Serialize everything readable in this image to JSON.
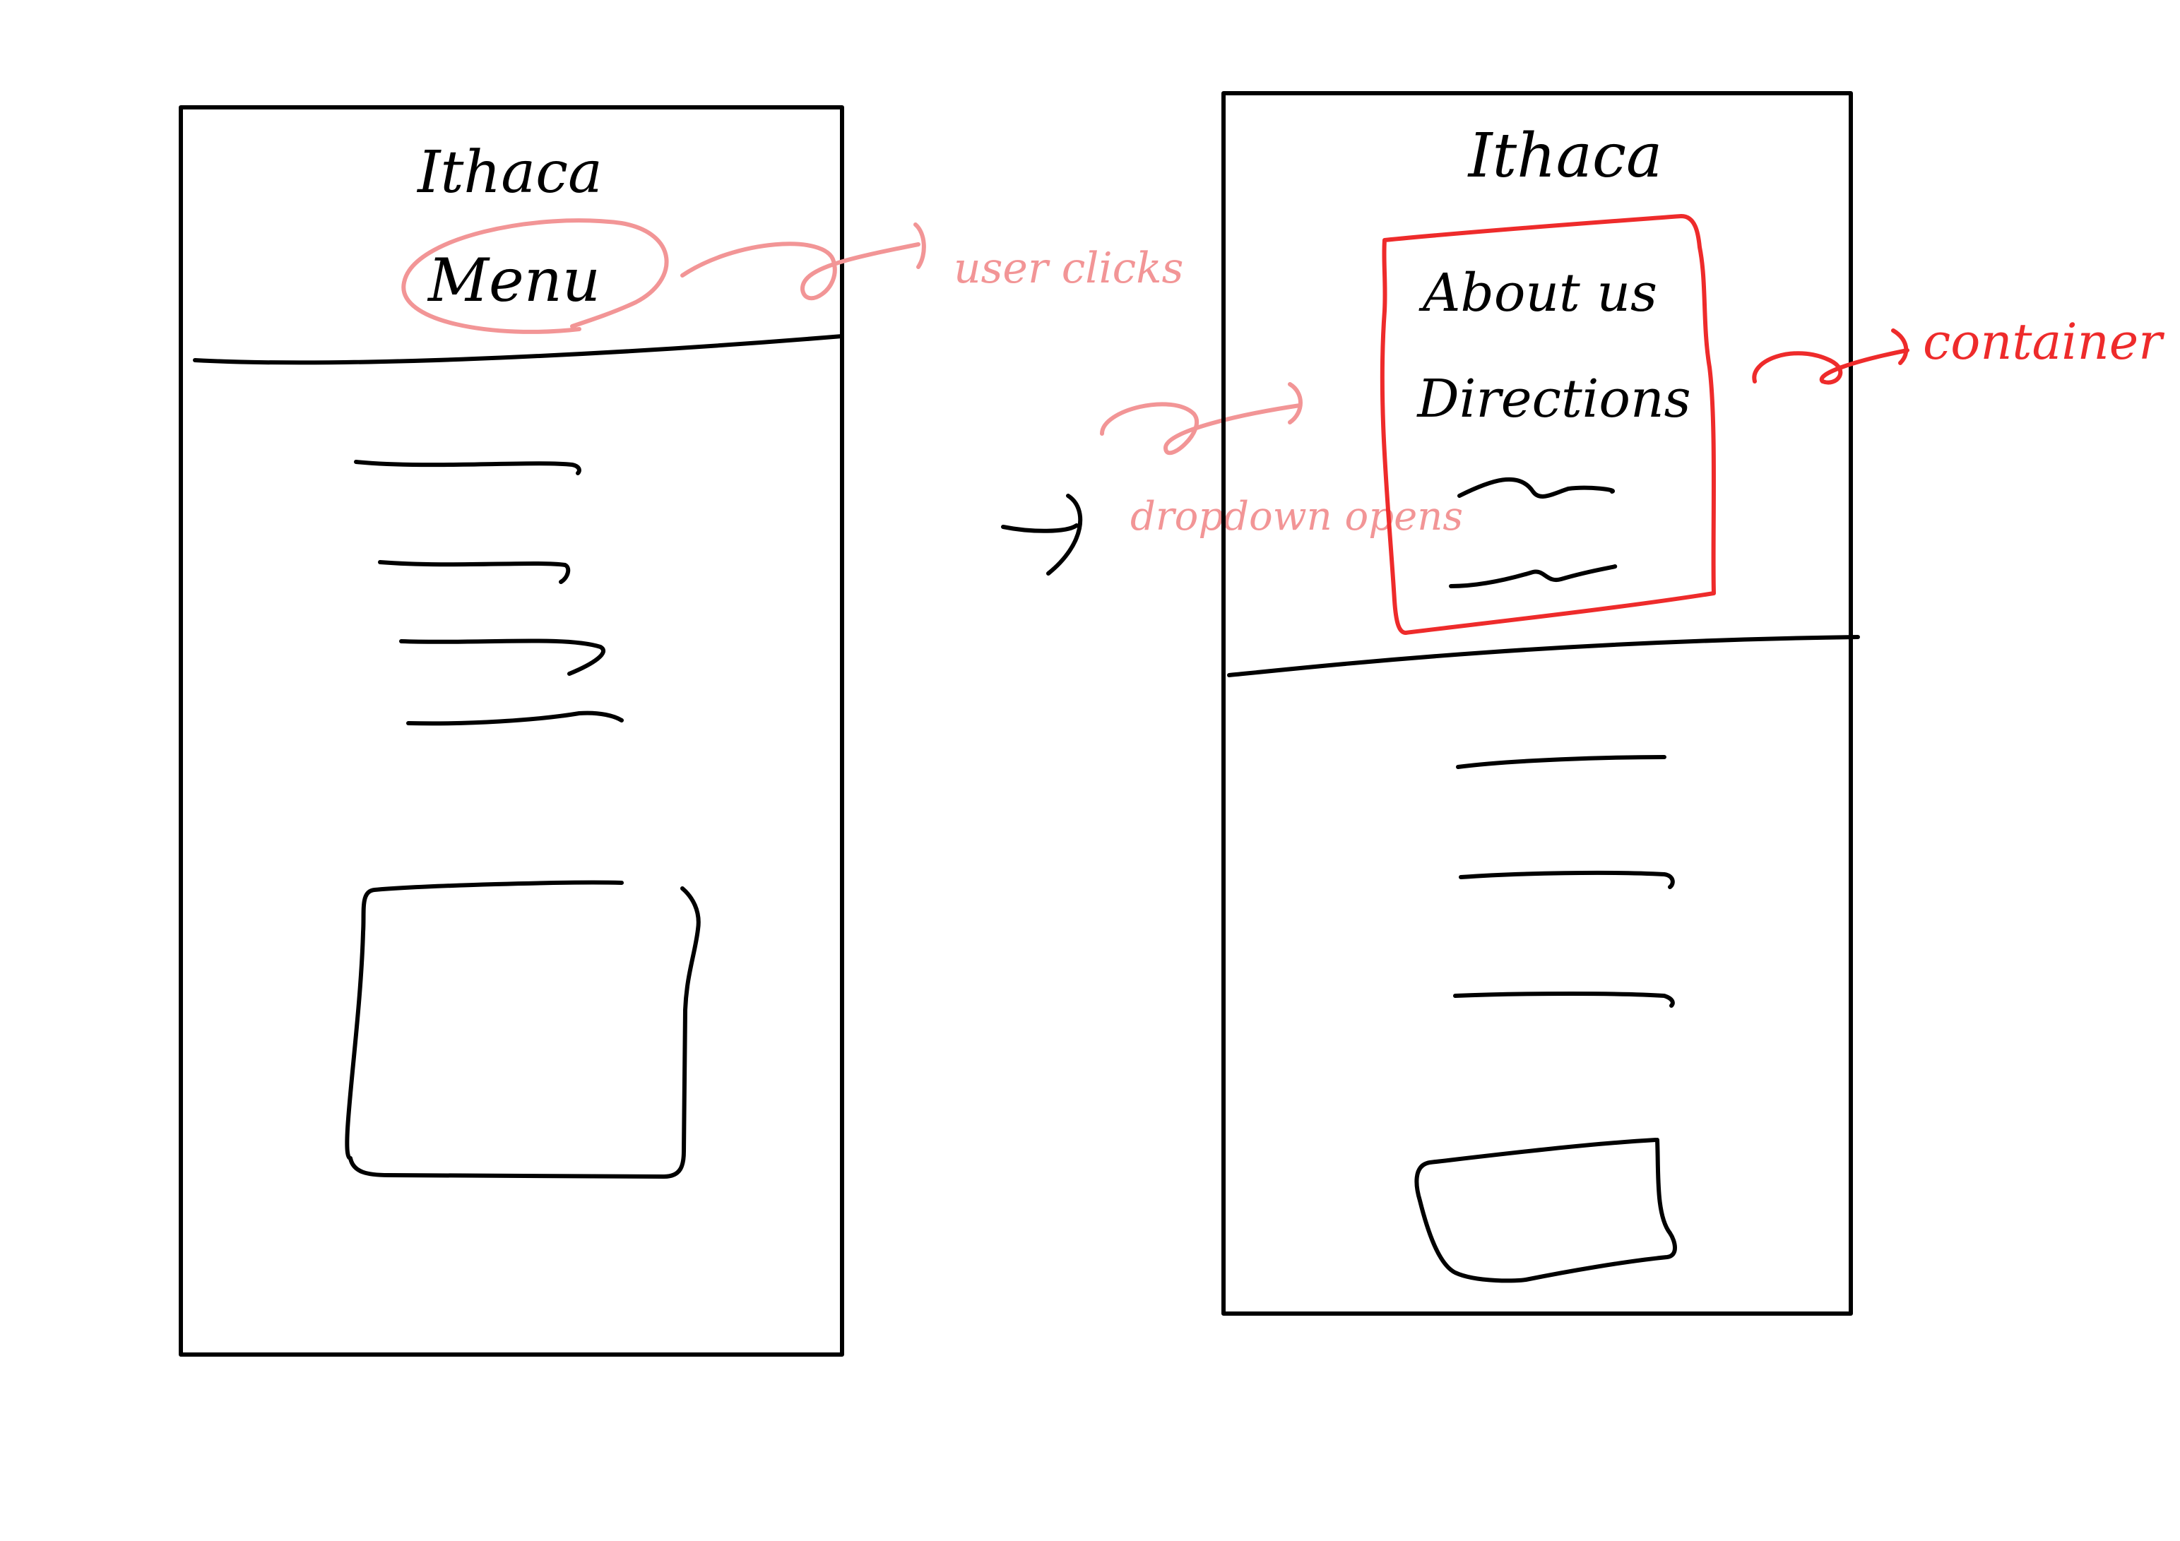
{
  "colors": {
    "ink": "#000000",
    "annotation_pink": "#f29596",
    "annotation_red": "#ee2b2b",
    "background": "#ffffff"
  },
  "frame_before": {
    "title": "Ithaca",
    "menu_label": "Menu"
  },
  "frame_after": {
    "title": "Ithaca",
    "dropdown_items": [
      "About us",
      "Directions"
    ]
  },
  "annotations": {
    "user_clicks": "user clicks",
    "dropdown_opens": "dropdown opens",
    "container": "container"
  }
}
